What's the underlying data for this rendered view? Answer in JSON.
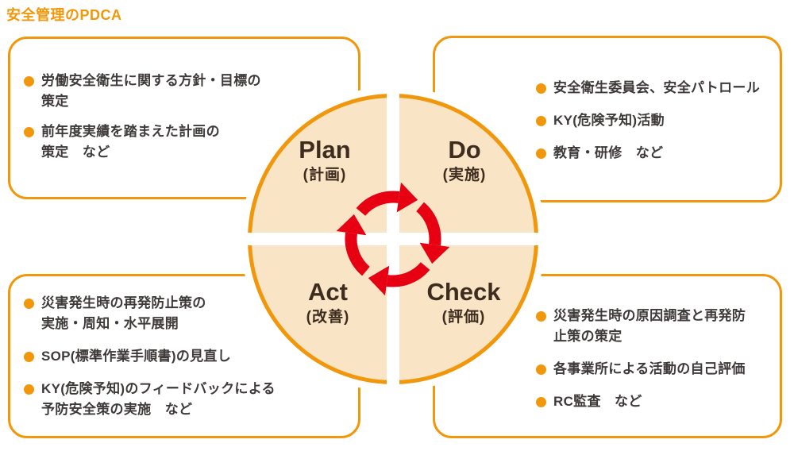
{
  "title": "安全管理のPDCA",
  "colors": {
    "accent_orange": "#F0970B",
    "quadrant_fill": "#F9E4C6",
    "cycle_arrow_red": "#E60012",
    "body_text": "#3E3A39",
    "quadrant_label_text": "#3E2C1F",
    "background": "#FFFFFF"
  },
  "cycle": {
    "center_icon": "cycle-arrows",
    "quadrants": [
      {
        "key": "plan",
        "label": "Plan",
        "sublabel": "(計画)"
      },
      {
        "key": "do",
        "label": "Do",
        "sublabel": "(実施)"
      },
      {
        "key": "check",
        "label": "Check",
        "sublabel": "(評価)"
      },
      {
        "key": "act",
        "label": "Act",
        "sublabel": "(改善)"
      }
    ]
  },
  "boxes": {
    "plan": {
      "items": [
        {
          "lines": [
            "労働安全衛生に関する方針・目標の",
            "策定"
          ]
        },
        {
          "lines": [
            "前年度実績を踏まえた計画の",
            "策定　など"
          ]
        }
      ]
    },
    "do": {
      "items": [
        {
          "lines": [
            "安全衛生委員会、安全パトロール"
          ]
        },
        {
          "lines": [
            "KY(危険予知)活動"
          ]
        },
        {
          "lines": [
            "教育・研修　など"
          ]
        }
      ]
    },
    "act": {
      "items": [
        {
          "lines": [
            "災害発生時の再発防止策の",
            "実施・周知・水平展開"
          ]
        },
        {
          "lines": [
            "SOP(標準作業手順書)の見直し"
          ]
        },
        {
          "lines": [
            "KY(危険予知)のフィードバックによる",
            "予防安全策の実施　など"
          ]
        }
      ]
    },
    "check": {
      "items": [
        {
          "lines": [
            "災害発生時の原因調査と再発防",
            "止策の策定"
          ]
        },
        {
          "lines": [
            "各事業所による活動の自己評価"
          ]
        },
        {
          "lines": [
            "RC監査　など"
          ]
        }
      ]
    }
  }
}
